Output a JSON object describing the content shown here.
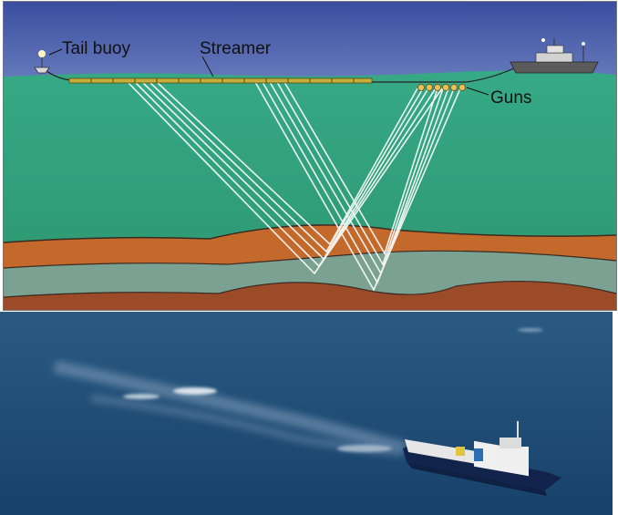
{
  "diagram": {
    "labels": {
      "tail_buoy": "Tail buoy",
      "streamer": "Streamer",
      "guns": "Guns"
    },
    "colors": {
      "sky_top": "#3d4fa3",
      "sky_bottom": "#5b73b8",
      "sea": "#2fa07a",
      "sediment_orange": "#c76a2b",
      "sediment_teal": "#7fa596",
      "sediment_brown": "#9b4a28",
      "rays": "#ffffff",
      "streamer": "#c7b040"
    },
    "icons": {
      "vessel": "survey-ship-icon",
      "buoy": "tail-buoy-icon"
    }
  },
  "photo": {
    "description_icon": "seismic-vessel-photo",
    "colors": {
      "sea": "#1c4a74",
      "wake": "#6f8aa5",
      "hull": "#10224a"
    }
  }
}
